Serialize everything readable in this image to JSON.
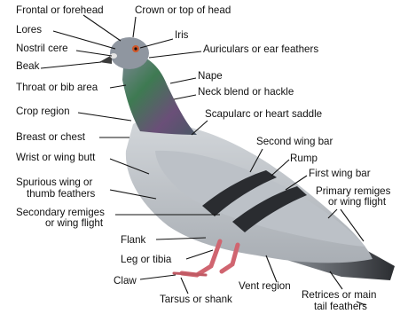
{
  "labels": {
    "frontal": "Frontal or forehead",
    "crown": "Crown or top of head",
    "lores": "Lores",
    "iris": "Iris",
    "nostril": "Nostril cere",
    "auriculars": "Auriculars or ear feathers",
    "beak": "Beak",
    "nape": "Nape",
    "throat": "Throat or bib area",
    "neck_blend": "Neck blend or hackle",
    "crop": "Crop region",
    "scapular": "Scapularc or heart saddle",
    "breast": "Breast or chest",
    "second_wing_bar": "Second wing bar",
    "wrist": "Wrist or wing butt",
    "rump": "Rump",
    "first_wing_bar": "First wing bar",
    "spurious_1": "Spurious wing or",
    "spurious_2": "thumb feathers",
    "primary_1": "Primary remiges",
    "primary_2": "or wing flight",
    "secondary_1": "Secondary remiges",
    "secondary_2": "or wing flight",
    "flank": "Flank",
    "leg": "Leg or tibia",
    "claw": "Claw",
    "vent": "Vent region",
    "tarsus": "Tarsus or shank",
    "retrices_1": "Retrices or main",
    "retrices_2": "tail feathers"
  },
  "colors": {
    "body_grey": "#c9cdd1",
    "wing_grey": "#b8bdc3",
    "dark_bar": "#2a2c30",
    "neck_green": "#3e7a52",
    "neck_purple": "#6a4f78",
    "head_grey": "#8f96a0",
    "feet_pink": "#d06570",
    "eye_orange": "#d0582a"
  }
}
